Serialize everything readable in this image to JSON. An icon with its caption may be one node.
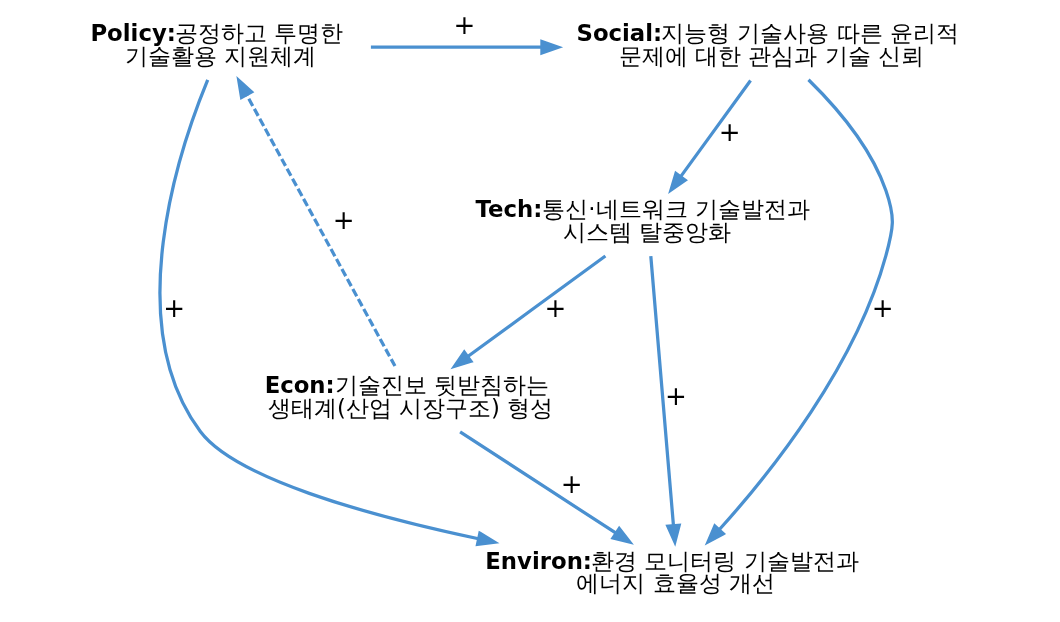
{
  "diagram": {
    "nodes": [
      {
        "text": [
          "Policy:",
          "공정하고 투명한 기술활용 지원체계"
        ]
      },
      {
        "text": [
          "Social:",
          "지능형 기술사용 따른 윤리적 문제에 대한 관심과 기술 신뢰"
        ]
      },
      {
        "text": [
          "Tech:",
          "통신·네트워크 기술발전과 시스템 탈중앙화"
        ]
      },
      {
        "text": [
          "Environ:",
          "환경 모니터링 기술발전과 에너지 효율성 개선"
        ]
      },
      {
        "text": [
          "Econ:",
          "기술진보 뒷받침하는 생태계(산업 시장구조) 형성"
        ]
      }
    ],
    "edges": [
      {
        "from": 0,
        "to": 1,
        "arrow": "to",
        "label": "+"
      },
      {
        "from": 0,
        "to": 3,
        "arrow": "to",
        "label": "+"
      },
      {
        "from": 1,
        "to": 3,
        "arrow": "to",
        "label": "+"
      },
      {
        "from": 1,
        "to": 2,
        "arrow": "to",
        "label": "+"
      },
      {
        "from": 2,
        "to": 3,
        "arrow": "to",
        "label": "+"
      },
      {
        "from": 2,
        "to": 4,
        "arrow": "to",
        "label": "+"
      },
      {
        "from": 4,
        "to": 3,
        "arrow": "to",
        "label": "+"
      },
      {
        "from": 4,
        "to": 0,
        "arrow": "to",
        "label": "+",
        "style": "dashed"
      }
    ]
  }
}
